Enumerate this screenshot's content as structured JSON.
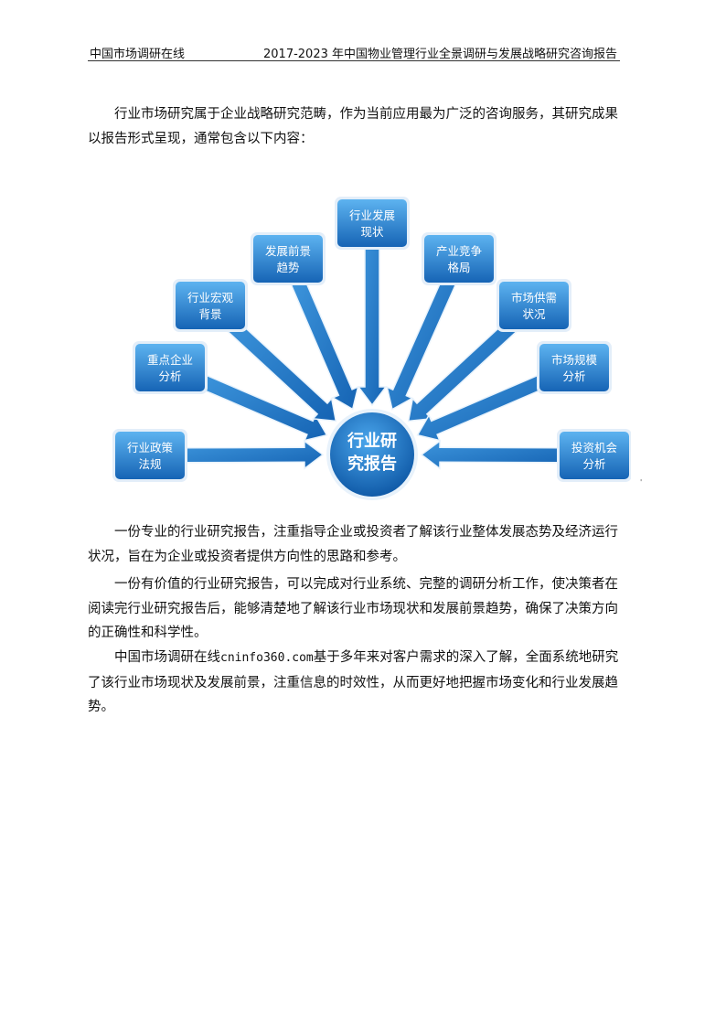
{
  "header": {
    "site": "中国市场调研在线",
    "title": "2017-2023 年中国物业管理行业全景调研与发展战略研究咨询报告"
  },
  "paragraphs": {
    "p1": "行业市场研究属于企业战略研究范畴，作为当前应用最为广泛的咨询服务，其研究成果以报告形式呈现，通常包含以下内容：",
    "p2": "一份专业的行业研究报告，注重指导企业或投资者了解该行业整体发展态势及经济运行状况，旨在为企业或投资者提供方向性的思路和参考。",
    "p3": "一份有价值的行业研究报告，可以完成对行业系统、完整的调研分析工作，使决策者在阅读完行业研究报告后，能够清楚地了解该行业市场现状和发展前景趋势，确保了决策方向的正确性和科学性。",
    "p4_pre": "中国市场调研在线",
    "p4_site": "cninfo360.com",
    "p4_post": "基于多年来对客户需求的深入了解，全面系统地研究了该行业市场现状及发展前景，注重信息的时效性，从而更好地把握市场变化和行业发展趋势。"
  },
  "diagram": {
    "center": {
      "line1": "行业研",
      "line2": "究报告"
    },
    "nodes": [
      {
        "id": "policy",
        "line1": "行业政策",
        "line2": "法规"
      },
      {
        "id": "key-enterprise",
        "line1": "重点企业",
        "line2": "分析"
      },
      {
        "id": "macro",
        "line1": "行业宏观",
        "line2": "背景"
      },
      {
        "id": "prospect",
        "line1": "发展前景",
        "line2": "趋势"
      },
      {
        "id": "status",
        "line1": "行业发展",
        "line2": "现状"
      },
      {
        "id": "competition",
        "line1": "产业竞争",
        "line2": "格局"
      },
      {
        "id": "supply-demand",
        "line1": "市场供需",
        "line2": "状况"
      },
      {
        "id": "scale",
        "line1": "市场规模",
        "line2": "分析"
      },
      {
        "id": "investment",
        "line1": "投资机会",
        "line2": "分析"
      }
    ],
    "colors": {
      "box_light": "#4aa3e6",
      "box_dark": "#1565b8",
      "arrow": "#1a6fc2",
      "center_dark": "#0d5aa8"
    }
  },
  "stray_mark": "'"
}
